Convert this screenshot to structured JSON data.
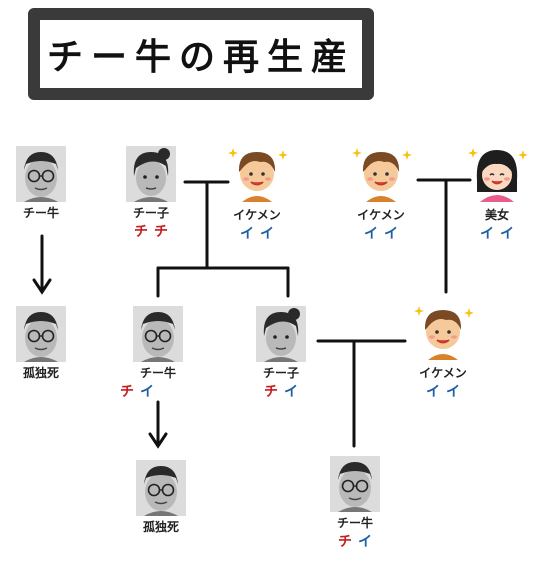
{
  "title": "チー牛の再生産",
  "nodes": {
    "chigyu_top": {
      "name": "チー牛",
      "genes": []
    },
    "chiko_top": {
      "name": "チー子",
      "genes": [
        "チ",
        "チ"
      ]
    },
    "ikemen_1": {
      "name": "イケメン",
      "genes": [
        "イ",
        "イ"
      ]
    },
    "ikemen_2": {
      "name": "イケメン",
      "genes": [
        "イ",
        "イ"
      ]
    },
    "bijo": {
      "name": "美女",
      "genes": [
        "イ",
        "イ"
      ]
    },
    "kodokushi_1": {
      "name": "孤独死",
      "genes": []
    },
    "chigyu_mid": {
      "name": "チー牛",
      "genes": [
        "チ",
        "イ"
      ]
    },
    "chiko_mid": {
      "name": "チー子",
      "genes": [
        "チ",
        "イ"
      ]
    },
    "ikemen_3": {
      "name": "イケメン",
      "genes": [
        "イ",
        "イ"
      ]
    },
    "kodokushi_2": {
      "name": "孤独死",
      "genes": []
    },
    "chigyu_bottom": {
      "name": "チー牛",
      "genes": [
        "チ",
        "イ"
      ]
    }
  },
  "icons": [
    "glasses-man-face-icon",
    "ponytail-woman-face-icon",
    "handsome-man-face-icon",
    "beautiful-woman-face-icon",
    "sparkle-icon"
  ],
  "colors": {
    "chi_gene": "#c41f1f",
    "i_gene": "#1f5fa8",
    "frame": "#3a3a3a"
  }
}
